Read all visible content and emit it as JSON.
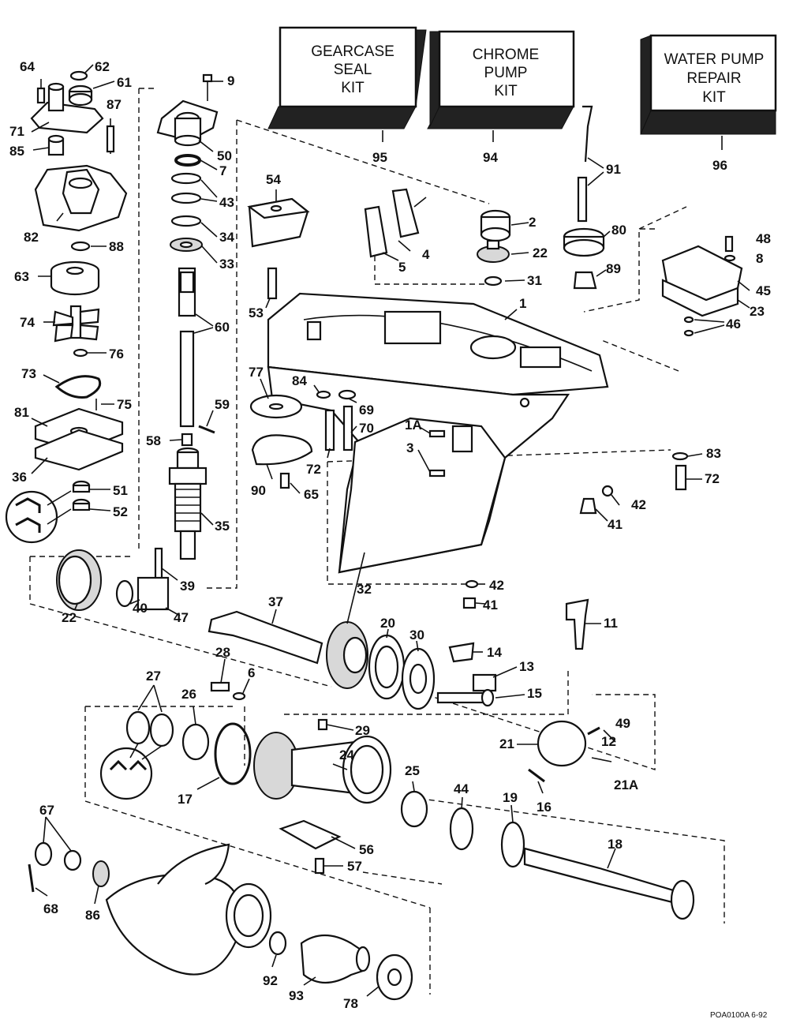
{
  "kits": [
    {
      "id": "gearcase-seal-kit",
      "lines": [
        "GEARCASE",
        "SEAL",
        "KIT"
      ],
      "ref": "95"
    },
    {
      "id": "chrome-pump-kit",
      "lines": [
        "CHROME",
        "PUMP",
        "KIT"
      ],
      "ref": "94"
    },
    {
      "id": "water-pump-repair-kit",
      "lines": [
        "WATER PUMP",
        "REPAIR",
        "KIT"
      ],
      "ref": "96"
    }
  ],
  "parts": [
    "64",
    "62",
    "61",
    "71",
    "85",
    "87",
    "82",
    "88",
    "63",
    "74",
    "76",
    "73",
    "75",
    "81",
    "36",
    "51",
    "52",
    "9",
    "50",
    "7",
    "43",
    "34",
    "33",
    "60",
    "59",
    "58",
    "35",
    "39",
    "54",
    "53",
    "2",
    "4",
    "5",
    "22",
    "31",
    "91",
    "80",
    "89",
    "48",
    "8",
    "45",
    "23",
    "46",
    "1",
    "77",
    "84",
    "69",
    "70",
    "72",
    "90",
    "65",
    "1A",
    "3",
    "83",
    "72",
    "42",
    "41",
    "42",
    "41",
    "22",
    "40",
    "47",
    "37",
    "32",
    "20",
    "30",
    "11",
    "28",
    "6",
    "14",
    "13",
    "15",
    "27",
    "26",
    "17",
    "29",
    "24",
    "25",
    "21",
    "49",
    "12",
    "21A",
    "16",
    "44",
    "19",
    "18",
    "56",
    "57",
    "67",
    "68",
    "86",
    "92",
    "93",
    "78"
  ],
  "footer_code": "POA0100A 6-92"
}
